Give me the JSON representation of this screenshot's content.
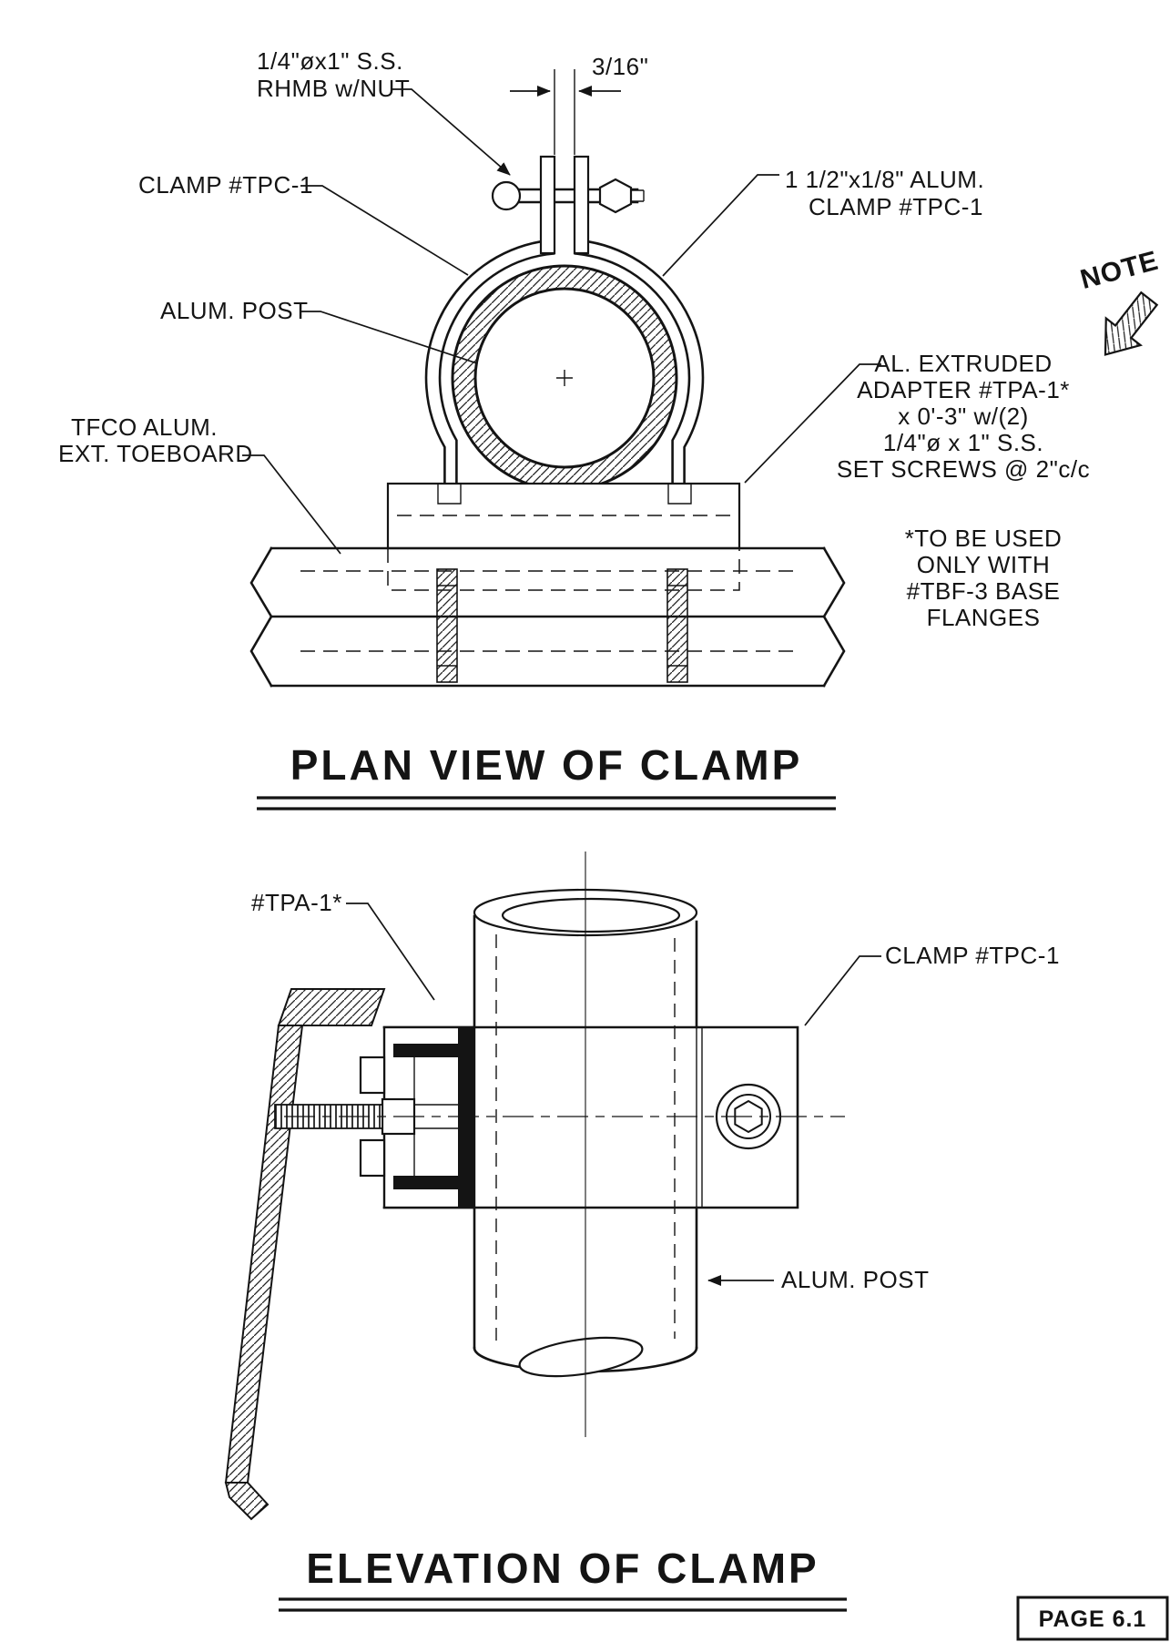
{
  "page": {
    "label": "PAGE 6.1"
  },
  "plan_view": {
    "title": "PLAN VIEW OF CLAMP",
    "dimension": "3/16\"",
    "labels": {
      "rhmb_1": "1/4\"øx1\" S.S.",
      "rhmb_2": "RHMB w/NUT",
      "clamp": "CLAMP #TPC-1",
      "alum_clamp_1": "1 1/2\"x1/8\" ALUM.",
      "alum_clamp_2": "CLAMP #TPC-1",
      "alum_post": "ALUM. POST",
      "note": "NOTE",
      "adapter_1": "AL. EXTRUDED",
      "adapter_2": "ADAPTER #TPA-1*",
      "adapter_3": "x 0'-3\" w/(2)",
      "adapter_4": "1/4\"ø x 1\" S.S.",
      "adapter_5": "SET SCREWS @ 2\"c/c",
      "toeboard_1": "TFCO ALUM.",
      "toeboard_2": "EXT. TOEBOARD",
      "flange_note_1": "*TO BE USED",
      "flange_note_2": "ONLY WITH",
      "flange_note_3": "#TBF-3 BASE",
      "flange_note_4": "FLANGES"
    }
  },
  "elevation_view": {
    "title": "ELEVATION OF CLAMP",
    "labels": {
      "tpa": "#TPA-1*",
      "clamp": "CLAMP #TPC-1",
      "alum_post": "ALUM. POST"
    }
  }
}
